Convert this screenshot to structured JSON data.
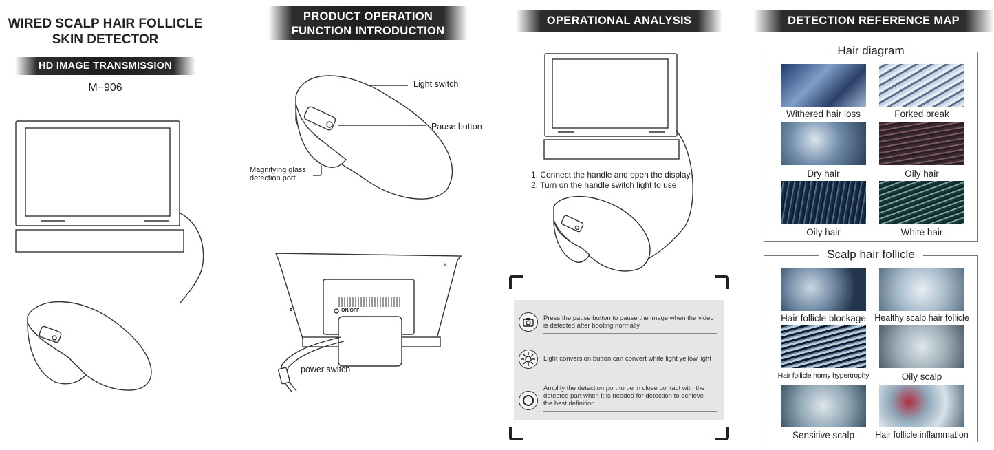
{
  "panel1": {
    "title_line1": "WIRED SCALP HAIR FOLLICLE",
    "title_line2": "SKIN DETECTOR",
    "banner": "HD IMAGE TRANSMISSION",
    "model": "M−906"
  },
  "panel2": {
    "banner_line1": "PRODUCT OPERATION",
    "banner_line2": "FUNCTION INTRODUCTION",
    "light_switch": "Light switch",
    "pause_button": "Pause button",
    "port_line1": "Magnifying glass",
    "port_line2": "detection port",
    "onoff": "ON/OFF",
    "power_switch": "power switch"
  },
  "panel3": {
    "banner": "OPERATIONAL ANALYSIS",
    "step1": "1. Connect the handle and open the display",
    "step2": "2. Turn on the handle switch light to use",
    "info": [
      {
        "icon": "camera-icon",
        "line1": "Press the pause button to pause the image when the video",
        "line2": "is detected after booting normally.",
        "line3": ""
      },
      {
        "icon": "sun-icon",
        "line1": "Light conversion button can convert white light yellow light",
        "line2": "",
        "line3": ""
      },
      {
        "icon": "circle-icon",
        "line1": "Amplify the detection port to be in close contact with the",
        "line2": "detected part when it is needed for detection to achieve",
        "line3": "the best definition"
      }
    ]
  },
  "panel4": {
    "banner": "DETECTION REFERENCE MAP",
    "hair_title": "Hair diagram",
    "hair_items": [
      "Withered hair loss",
      "Forked break",
      "Dry hair",
      "Oily hair",
      "Oily hair",
      "White hair"
    ],
    "scalp_title": "Scalp hair follicle",
    "scalp_items": [
      "Hair follicle blockage",
      "Healthy scalp hair follicle",
      "Hair follicle horny hypertrophy",
      "Oily scalp",
      "Sensitive scalp",
      "Hair follicle inflammation"
    ]
  }
}
